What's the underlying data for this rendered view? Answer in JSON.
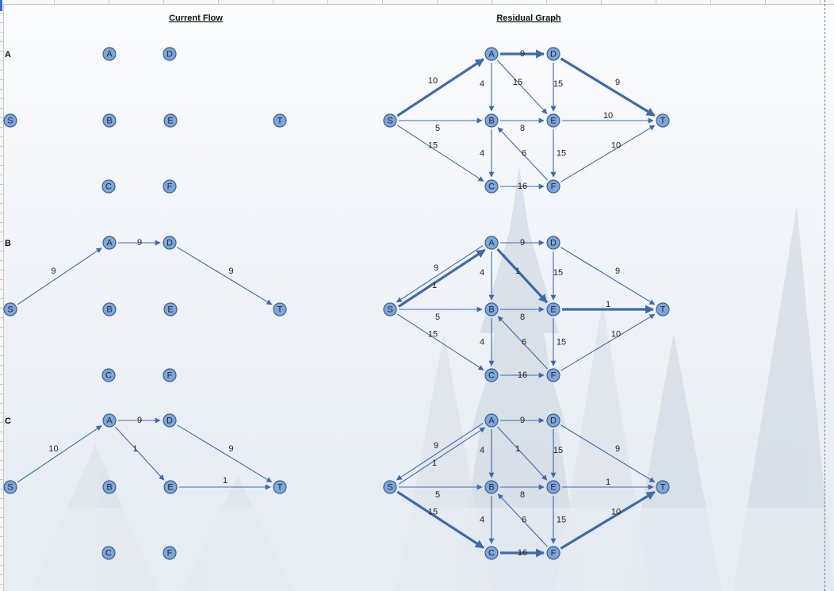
{
  "titles": {
    "current_flow": "Current Flow",
    "residual_graph": "Residual Graph"
  },
  "row_labels": [
    "A",
    "B",
    "C"
  ],
  "colors": {
    "node_fill": "#7ea6d6",
    "node_stroke": "#3a5f95",
    "edge": "#3f6aa8",
    "background": "#f3f6fa"
  },
  "nodes": [
    "S",
    "A",
    "B",
    "C",
    "D",
    "E",
    "F",
    "T"
  ],
  "panels": [
    {
      "id": "row-a-current-flow",
      "row": "A",
      "kind": "current",
      "edges": []
    },
    {
      "id": "row-a-residual-graph",
      "row": "A",
      "kind": "residual",
      "edges": [
        {
          "from": "S",
          "to": "A",
          "label": "10",
          "highlight": true
        },
        {
          "from": "A",
          "to": "D",
          "label": "9",
          "highlight": true
        },
        {
          "from": "D",
          "to": "T",
          "label": "9",
          "highlight": true
        },
        {
          "from": "A",
          "to": "B",
          "label": "4"
        },
        {
          "from": "A",
          "to": "E",
          "label": "15"
        },
        {
          "from": "D",
          "to": "E",
          "label": "15"
        },
        {
          "from": "S",
          "to": "B",
          "label": "5"
        },
        {
          "from": "B",
          "to": "E",
          "label": "8"
        },
        {
          "from": "E",
          "to": "T",
          "label": "10"
        },
        {
          "from": "S",
          "to": "C",
          "label": "15"
        },
        {
          "from": "B",
          "to": "C",
          "label": "4"
        },
        {
          "from": "F",
          "to": "B",
          "label": "6"
        },
        {
          "from": "E",
          "to": "F",
          "label": "15"
        },
        {
          "from": "C",
          "to": "F",
          "label": "16"
        },
        {
          "from": "F",
          "to": "T",
          "label": "10"
        }
      ]
    },
    {
      "id": "row-b-current-flow",
      "row": "B",
      "kind": "current",
      "edges": [
        {
          "from": "S",
          "to": "A",
          "label": "9"
        },
        {
          "from": "A",
          "to": "D",
          "label": "9"
        },
        {
          "from": "D",
          "to": "T",
          "label": "9"
        }
      ]
    },
    {
      "id": "row-b-residual-graph",
      "row": "B",
      "kind": "residual",
      "edges": [
        {
          "from": "A",
          "to": "S",
          "label": "9",
          "offset": 1
        },
        {
          "from": "S",
          "to": "A",
          "label": "1",
          "offset": 1,
          "highlight": true
        },
        {
          "from": "A",
          "to": "E",
          "label": "1",
          "highlight": true
        },
        {
          "from": "E",
          "to": "T",
          "label": "1",
          "highlight": true
        },
        {
          "from": "A",
          "to": "D",
          "label": "9"
        },
        {
          "from": "D",
          "to": "T",
          "label": "9"
        },
        {
          "from": "A",
          "to": "B",
          "label": "4"
        },
        {
          "from": "D",
          "to": "E",
          "label": "15"
        },
        {
          "from": "S",
          "to": "B",
          "label": "5"
        },
        {
          "from": "B",
          "to": "E",
          "label": "8"
        },
        {
          "from": "S",
          "to": "C",
          "label": "15"
        },
        {
          "from": "B",
          "to": "C",
          "label": "4"
        },
        {
          "from": "F",
          "to": "B",
          "label": "6"
        },
        {
          "from": "E",
          "to": "F",
          "label": "15"
        },
        {
          "from": "C",
          "to": "F",
          "label": "16"
        },
        {
          "from": "F",
          "to": "T",
          "label": "10"
        }
      ]
    },
    {
      "id": "row-c-current-flow",
      "row": "C",
      "kind": "current",
      "edges": [
        {
          "from": "S",
          "to": "A",
          "label": "10"
        },
        {
          "from": "A",
          "to": "D",
          "label": "9"
        },
        {
          "from": "D",
          "to": "T",
          "label": "9"
        },
        {
          "from": "A",
          "to": "E",
          "label": "1"
        },
        {
          "from": "E",
          "to": "T",
          "label": "1"
        }
      ]
    },
    {
      "id": "row-c-residual-graph",
      "row": "C",
      "kind": "residual",
      "edges": [
        {
          "from": "A",
          "to": "S",
          "label": "9",
          "offset": 1
        },
        {
          "from": "S",
          "to": "A",
          "label": "1",
          "offset": 1
        },
        {
          "from": "A",
          "to": "D",
          "label": "9"
        },
        {
          "from": "D",
          "to": "T",
          "label": "9"
        },
        {
          "from": "A",
          "to": "B",
          "label": "4"
        },
        {
          "from": "A",
          "to": "E",
          "label": "1"
        },
        {
          "from": "D",
          "to": "E",
          "label": "15"
        },
        {
          "from": "S",
          "to": "B",
          "label": "5"
        },
        {
          "from": "B",
          "to": "E",
          "label": "8"
        },
        {
          "from": "E",
          "to": "T",
          "label": "1"
        },
        {
          "from": "S",
          "to": "C",
          "label": "15",
          "highlight": true
        },
        {
          "from": "C",
          "to": "F",
          "label": "16",
          "highlight": true
        },
        {
          "from": "F",
          "to": "T",
          "label": "10",
          "highlight": true
        },
        {
          "from": "B",
          "to": "C",
          "label": "4"
        },
        {
          "from": "F",
          "to": "B",
          "label": "6"
        },
        {
          "from": "E",
          "to": "F",
          "label": "15"
        }
      ]
    }
  ]
}
